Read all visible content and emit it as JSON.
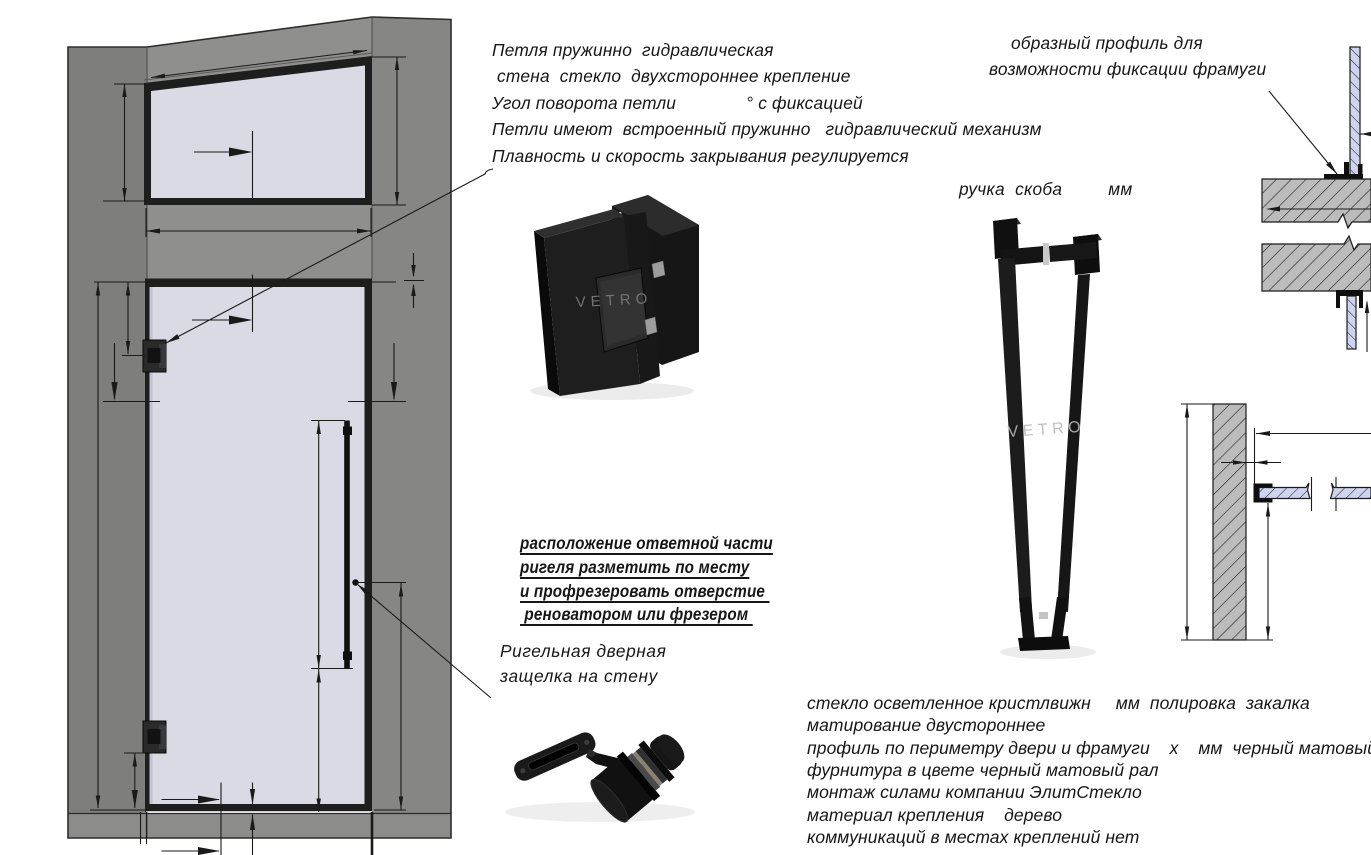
{
  "annotations": {
    "hinge_note": [
      "Петля пружинно  гидравлическая",
      " стена  стекло  двухстороннее крепление",
      "Угол поворота петли              ° с фиксацией",
      "Петли имеют  встроенный пружинно   гидравлический механизм",
      "Плавность и скорость закрывания регулируется"
    ],
    "frame_profile_note": [
      "образный профиль для",
      "возможности фиксации фрамуги"
    ],
    "handle_note": "ручка  скоба         мм",
    "latch_position_note": [
      "расположение ответной части",
      "ригеля разметить по месту",
      "и профрезеровать отверстие ",
      " реноватором или фрезером "
    ],
    "latch_name": [
      "Ригельная дверная",
      "защелка на стену"
    ],
    "specs": [
      "стекло осветленное кристлвижн     мм  полировка  закалка",
      "матирование двустороннее",
      "профиль по периметру двери и фрамуги    х    мм  черный матовый рал",
      "фурнитура в цвете черный матовый рал",
      "монтаж силами компании ЭлитСтекло",
      "материал крепления    дерево",
      "коммуникаций в местах креплений нет"
    ],
    "watermark": "VETRO"
  },
  "colors": {
    "background": "#ffffff",
    "line": "#1a1a1a",
    "wall": "#8f8f8d",
    "wall_left": "#7e7e7c",
    "wall_right": "#868684",
    "glass": "#d9dae3",
    "frame": "#1e1e1e",
    "section_wall": "#bcbcbc",
    "section_glass": "#ced3ef",
    "hardware": "#141414"
  }
}
